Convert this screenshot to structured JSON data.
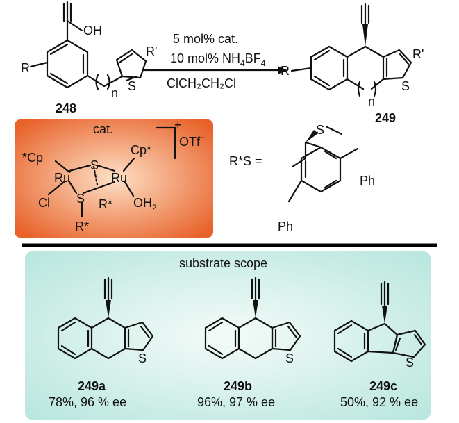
{
  "colors": {
    "catalyst_gradient_outer": "#e8622a",
    "catalyst_gradient_inner": "#fde0c6",
    "scope_gradient_outer": "#b8e6dd",
    "scope_gradient_inner": "#f4fbf9",
    "divider": "#000000"
  },
  "reaction": {
    "conditions_line1": "5 mol% cat.",
    "conditions_line2_prefix": "10 mol% NH",
    "conditions_line2_sub1": "4",
    "conditions_line2_mid": "BF",
    "conditions_line2_sub2": "4",
    "conditions_line3": "ClCH₂CH₂Cl",
    "substrate_label": "248",
    "product_label": "249",
    "substituent_R": "R",
    "substituent_Rprime": "R'",
    "hydroxyl": "OH",
    "index_n": "n",
    "sulfur": "S"
  },
  "catalyst": {
    "title": "cat.",
    "charge": "+",
    "counterion": "OTf",
    "counterion_charge": "–",
    "cp_left": "*Cp",
    "cp_right": "Cp*",
    "ru": "Ru",
    "s": "S",
    "cl": "Cl",
    "rstar": "R*",
    "oh2_prefix": "OH",
    "oh2_sub": "2",
    "rs_def": "R*S =",
    "ph": "Ph"
  },
  "scope": {
    "title": "substrate scope",
    "items": [
      {
        "label": "249a",
        "result": "78%, 96 % ee"
      },
      {
        "label": "249b",
        "result": "96%, 97 % ee"
      },
      {
        "label": "249c",
        "result": "50%, 92 % ee"
      }
    ]
  }
}
